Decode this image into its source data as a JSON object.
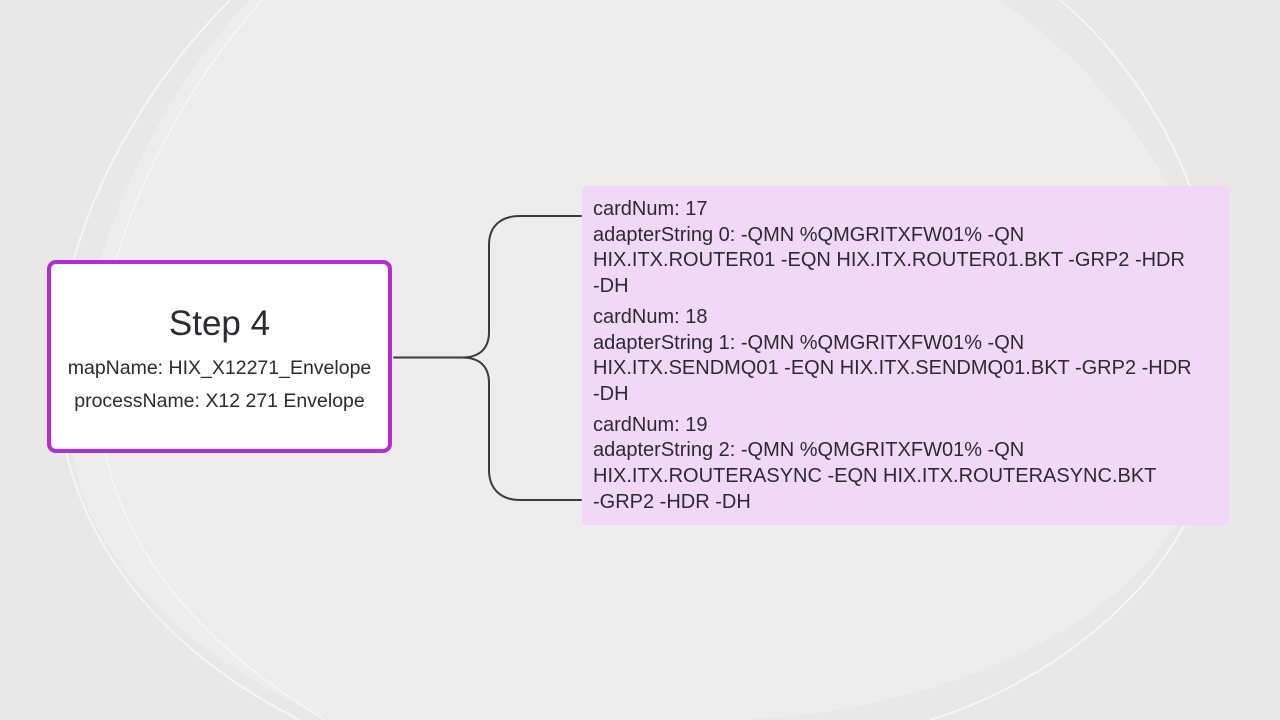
{
  "root_node": {
    "title": "Step 4",
    "map_name": "mapName: HIX_X12271_Envelope",
    "process_name": "processName: X12 271 Envelope"
  },
  "detail_node": {
    "entries": [
      {
        "card_num": "cardNum: 17",
        "lines": [
          "adapterString 0: -QMN %QMGRITXFW01% -QN",
          "HIX.ITX.ROUTER01 -EQN HIX.ITX.ROUTER01.BKT -GRP2 -HDR",
          "-DH"
        ]
      },
      {
        "card_num": "cardNum: 18",
        "lines": [
          "adapterString 1: -QMN %QMGRITXFW01% -QN",
          "HIX.ITX.SENDMQ01 -EQN HIX.ITX.SENDMQ01.BKT -GRP2 -HDR",
          "-DH"
        ]
      },
      {
        "card_num": "cardNum: 19",
        "lines": [
          "adapterString 2: -QMN %QMGRITXFW01% -QN",
          "HIX.ITX.ROUTERASYNC -EQN HIX.ITX.ROUTERASYNC.BKT",
          "-GRP2 -HDR -DH"
        ]
      }
    ]
  },
  "colors": {
    "background": "#e9e8e9",
    "root_border": "#b52bd6",
    "detail_fill": "#f1d7f8",
    "connector": "#3a3a40"
  }
}
